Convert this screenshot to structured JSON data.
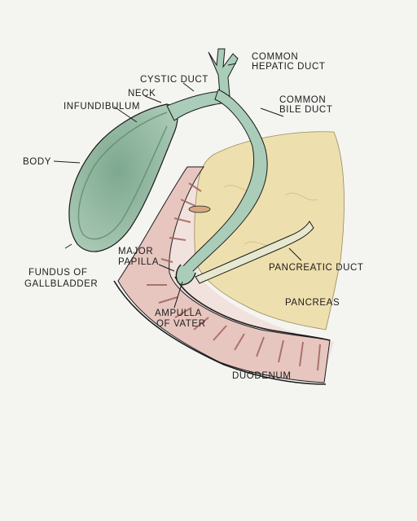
{
  "labels": {
    "common_hepatic_duct": [
      "COMMON",
      "HEPATIC DUCT"
    ],
    "cystic_duct": "CYSTIC DUCT",
    "neck": "NECK",
    "infundibulum": "INFUNDIBULUM",
    "common_bile_duct": [
      "COMMON",
      "BILE DUCT"
    ],
    "body": "BODY",
    "fundus": [
      "FUNDUS OF",
      "GALLBLADDER"
    ],
    "major_papilla": [
      "MAJOR",
      "PAPILLA"
    ],
    "pancreatic_duct": "PANCREATIC DUCT",
    "pancreas": "PANCREAS",
    "ampulla": [
      "AMPULLA",
      "OF VATER"
    ],
    "duodenum": "DUODENUM"
  },
  "colors": {
    "paper": "#f4f4f1",
    "gallbladder": "#8fb39c",
    "gallbladder_dark": "#5f8a72",
    "duct": "#a9cdb8",
    "pancreas": "#eedfae",
    "duodenum_wall": "#e7c6c0",
    "duodenum_fold": "#a0645a",
    "ink": "#1c1c1c"
  }
}
